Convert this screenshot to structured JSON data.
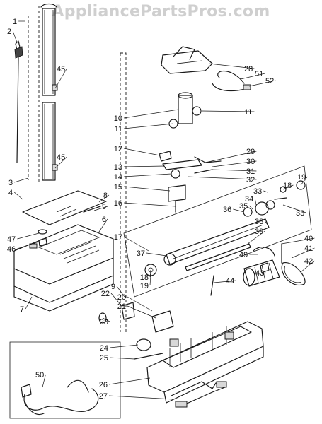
{
  "watermark": "AppliancePartsPros.com",
  "callouts": [
    "1",
    "2",
    "3",
    "4",
    "5",
    "6",
    "7",
    "8",
    "9",
    "10",
    "11",
    "11",
    "12",
    "13",
    "14",
    "15",
    "16",
    "17",
    "18",
    "18",
    "19",
    "19",
    "20",
    "21",
    "22",
    "23",
    "24",
    "25",
    "26",
    "27",
    "28",
    "29",
    "30",
    "31",
    "32",
    "33",
    "33",
    "34",
    "35",
    "36",
    "37",
    "38",
    "39",
    "40",
    "41",
    "42",
    "43",
    "44",
    "45",
    "45",
    "46",
    "47",
    "49",
    "50",
    "51",
    "52"
  ]
}
